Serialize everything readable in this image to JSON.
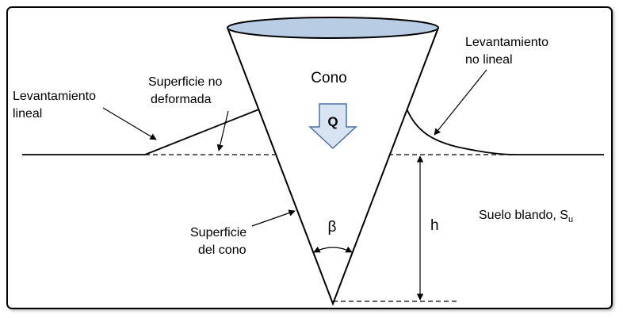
{
  "labels": {
    "cone": "Cono",
    "load": "Q",
    "linear_heave": [
      "Levantamiento",
      "lineal"
    ],
    "nonlinear_heave": [
      "Levantamiento",
      "no lineal"
    ],
    "undeformed_surface": [
      "Superficie no",
      "deformada"
    ],
    "cone_surface": [
      "Superficie",
      "del cono"
    ],
    "angle": "β",
    "depth": "h",
    "soil": "Suelo blando, S",
    "soil_subscript": "u"
  },
  "colors": {
    "cone_top_fill": "#b8cce4",
    "arrow_fill": "#d9e4f2",
    "arrow_stroke": "#4a6fa5",
    "line": "#000000",
    "border": "#000000"
  }
}
